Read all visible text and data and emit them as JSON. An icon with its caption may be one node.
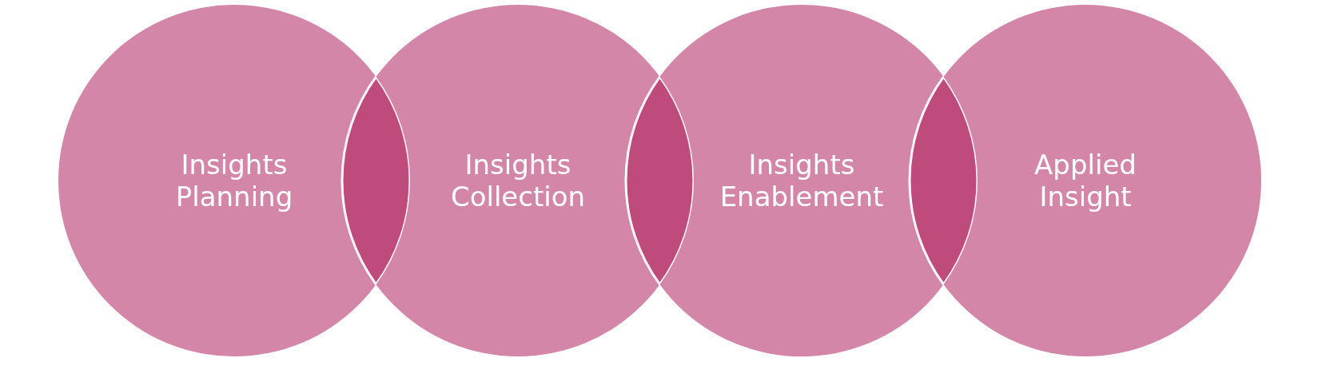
{
  "diagram": {
    "nodes": [
      {
        "text": [
          "Insights Planning"
        ]
      },
      {
        "text": [
          "Insights Collection"
        ]
      },
      {
        "text": [
          "Insights Enablement"
        ]
      },
      {
        "text": [
          "Applied Insight"
        ]
      }
    ]
  }
}
